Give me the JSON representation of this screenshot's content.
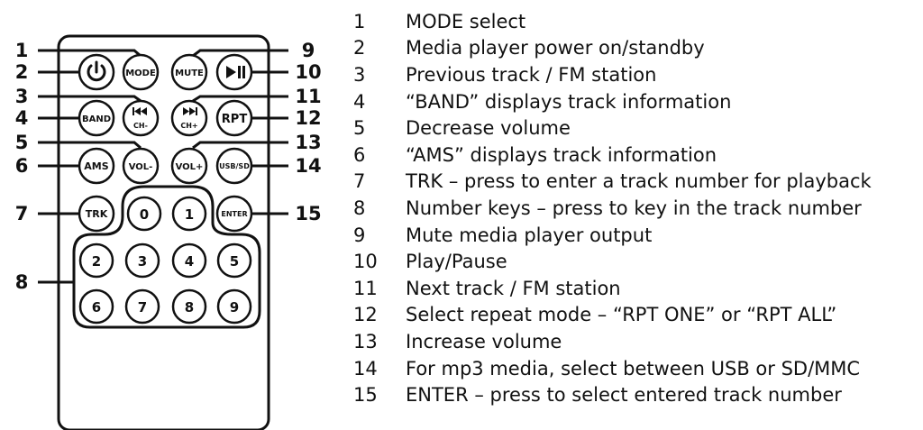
{
  "buttons": [
    {
      "id": "mode",
      "label": "MODE"
    },
    {
      "id": "power",
      "label": "",
      "icon": "power-icon"
    },
    {
      "id": "mute",
      "label": "MUTE"
    },
    {
      "id": "play",
      "label": "",
      "icon": "play-pause-icon"
    },
    {
      "id": "band",
      "label": "BAND"
    },
    {
      "id": "prev",
      "label": "CH-",
      "icon": "previous-track-icon"
    },
    {
      "id": "next",
      "label": "CH+",
      "icon": "next-track-icon"
    },
    {
      "id": "rpt",
      "label": "RPT"
    },
    {
      "id": "ams",
      "label": "AMS"
    },
    {
      "id": "volminus",
      "label": "VOL-"
    },
    {
      "id": "volplus",
      "label": "VOL+"
    },
    {
      "id": "usbsd",
      "label": "USB/SD"
    },
    {
      "id": "trk",
      "label": "TRK"
    },
    {
      "id": "n0",
      "label": "0"
    },
    {
      "id": "n1",
      "label": "1"
    },
    {
      "id": "enter",
      "label": "ENTER"
    },
    {
      "id": "n2",
      "label": "2"
    },
    {
      "id": "n3",
      "label": "3"
    },
    {
      "id": "n4",
      "label": "4"
    },
    {
      "id": "n5",
      "label": "5"
    },
    {
      "id": "n6",
      "label": "6"
    },
    {
      "id": "n7",
      "label": "7"
    },
    {
      "id": "n8",
      "label": "8"
    },
    {
      "id": "n9",
      "label": "9"
    }
  ],
  "callouts": [
    "1",
    "2",
    "3",
    "4",
    "5",
    "6",
    "7",
    "8",
    "9",
    "10",
    "11",
    "12",
    "13",
    "14",
    "15"
  ],
  "legend": [
    {
      "num": "1",
      "text": "MODE select"
    },
    {
      "num": "2",
      "text": "Media player power on/standby"
    },
    {
      "num": "3",
      "text": "Previous track / FM station"
    },
    {
      "num": "4",
      "text": "“BAND” displays track information"
    },
    {
      "num": "5",
      "text": "Decrease volume"
    },
    {
      "num": "6",
      "text": "“AMS” displays track information"
    },
    {
      "num": "7",
      "text": "TRK – press to enter a track number for playback"
    },
    {
      "num": "8",
      "text": "Number keys – press to key in the track number"
    },
    {
      "num": "9",
      "text": "Mute media player output"
    },
    {
      "num": "10",
      "text": "Play/Pause"
    },
    {
      "num": "11",
      "text": "Next track / FM station"
    },
    {
      "num": "12",
      "text": "Select repeat mode – “RPT ONE” or “RPT ALL”"
    },
    {
      "num": "13",
      "text": "Increase volume"
    },
    {
      "num": "14",
      "text": "For mp3 media, select between USB or SD/MMC"
    },
    {
      "num": "15",
      "text": "ENTER – press to select entered track number"
    }
  ]
}
